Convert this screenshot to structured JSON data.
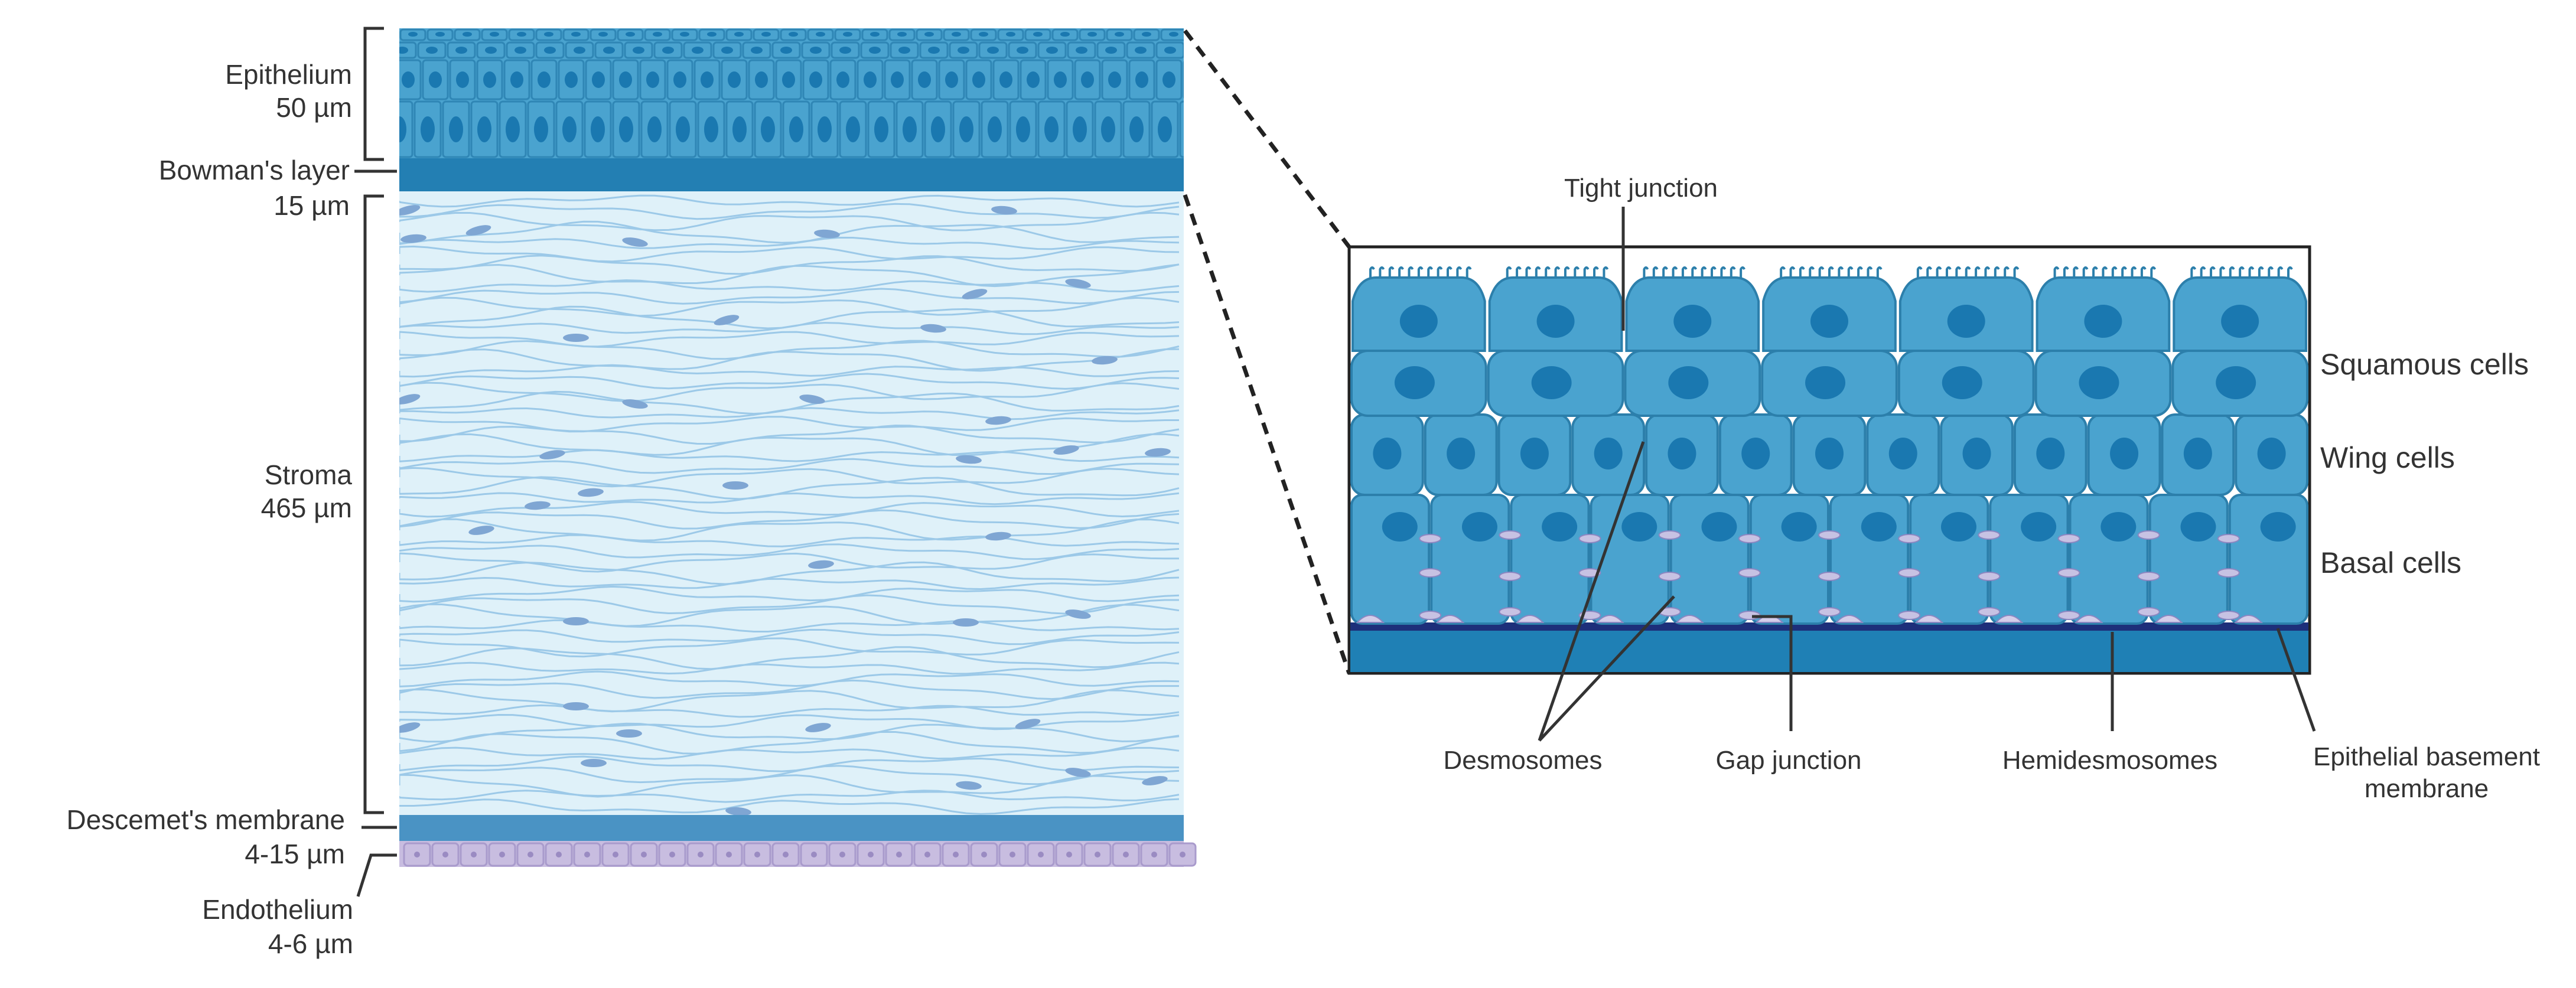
{
  "left_labels": {
    "epithelium": {
      "name": "Epithelium",
      "size": "50 µm"
    },
    "bowmans_layer": {
      "name": "Bowman's layer",
      "size": "15 µm"
    },
    "stroma": {
      "name": "Stroma",
      "size": "465 µm"
    },
    "descemets_membrane": {
      "name": "Descemet's membrane",
      "size": "4-15 µm"
    },
    "endothelium": {
      "name": "Endothelium",
      "size": "4-6 µm"
    }
  },
  "zoom_labels": {
    "tight_junction": "Tight junction",
    "squamous_cells": "Squamous cells",
    "wing_cells": "Wing cells",
    "basal_cells": "Basal cells",
    "desmosomes": "Desmosomes",
    "gap_junction": "Gap junction",
    "hemidesmosomes": "Hemidesmosomes",
    "epithelial_basement_membrane": [
      "Epithelial basement",
      "membrane"
    ]
  },
  "colors": {
    "epithelium_cell": "#4aa3cf",
    "epithelium_nucleus": "#1a78b0",
    "bowman": "#237fb3",
    "stroma_bg": "#dff1f9",
    "stroma_fiber": "#9cc9e8",
    "keratocyte": "#7fa6d3",
    "descemet": "#4a93c4",
    "endothelium": "#c8bde0",
    "basement_membrane": "#1d2f7a",
    "bracket": "#333333"
  }
}
